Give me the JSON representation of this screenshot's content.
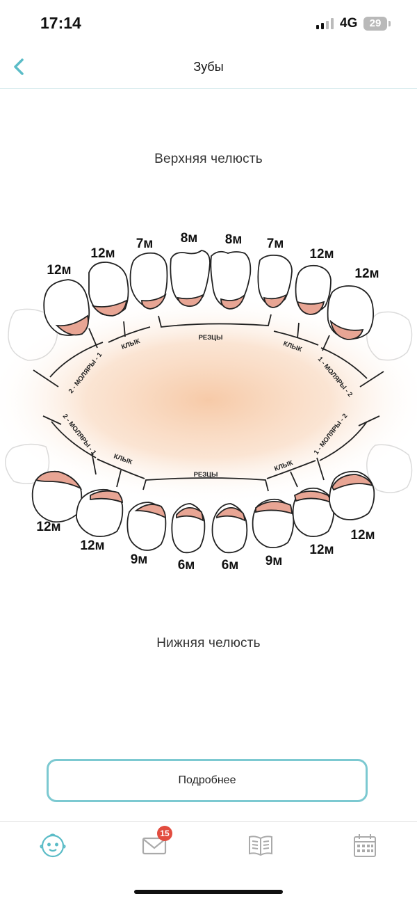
{
  "status_bar": {
    "time": "17:14",
    "network": "4G",
    "battery": "29"
  },
  "nav": {
    "title": "Зубы",
    "back_icon": "chevron-left-icon"
  },
  "upper_jaw": {
    "label": "Верхняя челюсть",
    "teeth_ages": [
      "12м",
      "12м",
      "7м",
      "8м",
      "8м",
      "7м",
      "12м",
      "12м"
    ],
    "groups": [
      "2 - МОЛЯРЫ - 1",
      "КЛЫК",
      "РЕЗЦЫ",
      "КЛЫК",
      "1 - МОЛЯРЫ - 2"
    ]
  },
  "lower_jaw": {
    "label": "Нижняя челюсть",
    "teeth_ages": [
      "12м",
      "12м",
      "9м",
      "6м",
      "6м",
      "9м",
      "12м",
      "12м"
    ],
    "groups": [
      "2 - МОЛЯРЫ - 1",
      "КЛЫК",
      "РЕЗЦЫ",
      "КЛЫК",
      "1 - МОЛЯРЫ - 2"
    ]
  },
  "more_button": {
    "label": "Подробнее"
  },
  "tabbar": {
    "tabs": [
      {
        "icon": "baby-face-icon",
        "active": true
      },
      {
        "icon": "mail-icon",
        "badge": "15"
      },
      {
        "icon": "book-icon"
      },
      {
        "icon": "calendar-icon"
      }
    ]
  },
  "colors": {
    "accent": "#5bbcc7",
    "gum": "#e8a594",
    "badge": "#e24c3f",
    "glow": "#f6c7a3"
  }
}
